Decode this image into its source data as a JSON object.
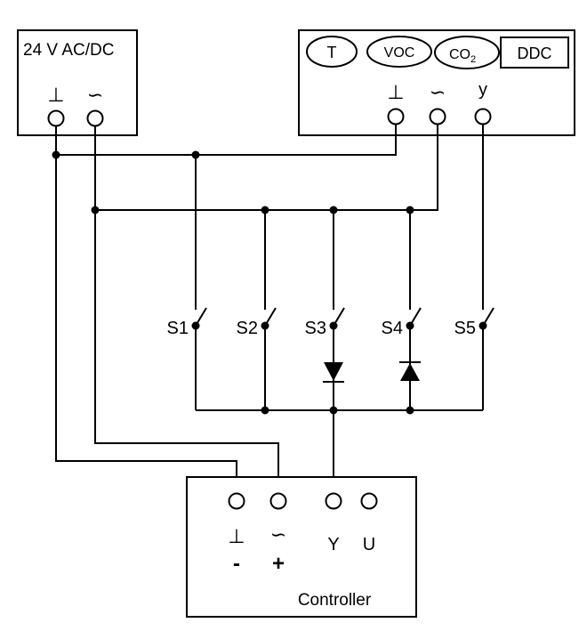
{
  "power_supply": {
    "label": "24 V AC/DC",
    "ground_symbol": "⊥",
    "ac_symbol": "∽"
  },
  "sensor": {
    "badges": [
      "T",
      "VOC",
      "CO",
      "DDC"
    ],
    "co2_subscript": "2",
    "ground_symbol": "⊥",
    "ac_symbol": "∽",
    "y_label": "y"
  },
  "switches": [
    {
      "label": "S1"
    },
    {
      "label": "S2"
    },
    {
      "label": "S3"
    },
    {
      "label": "S4"
    },
    {
      "label": "S5"
    }
  ],
  "controller": {
    "title": "Controller",
    "ground_symbol": "⊥",
    "ac_symbol": "∽",
    "minus_label": "-",
    "plus_label": "+",
    "y_label": "Y",
    "u_label": "U"
  }
}
